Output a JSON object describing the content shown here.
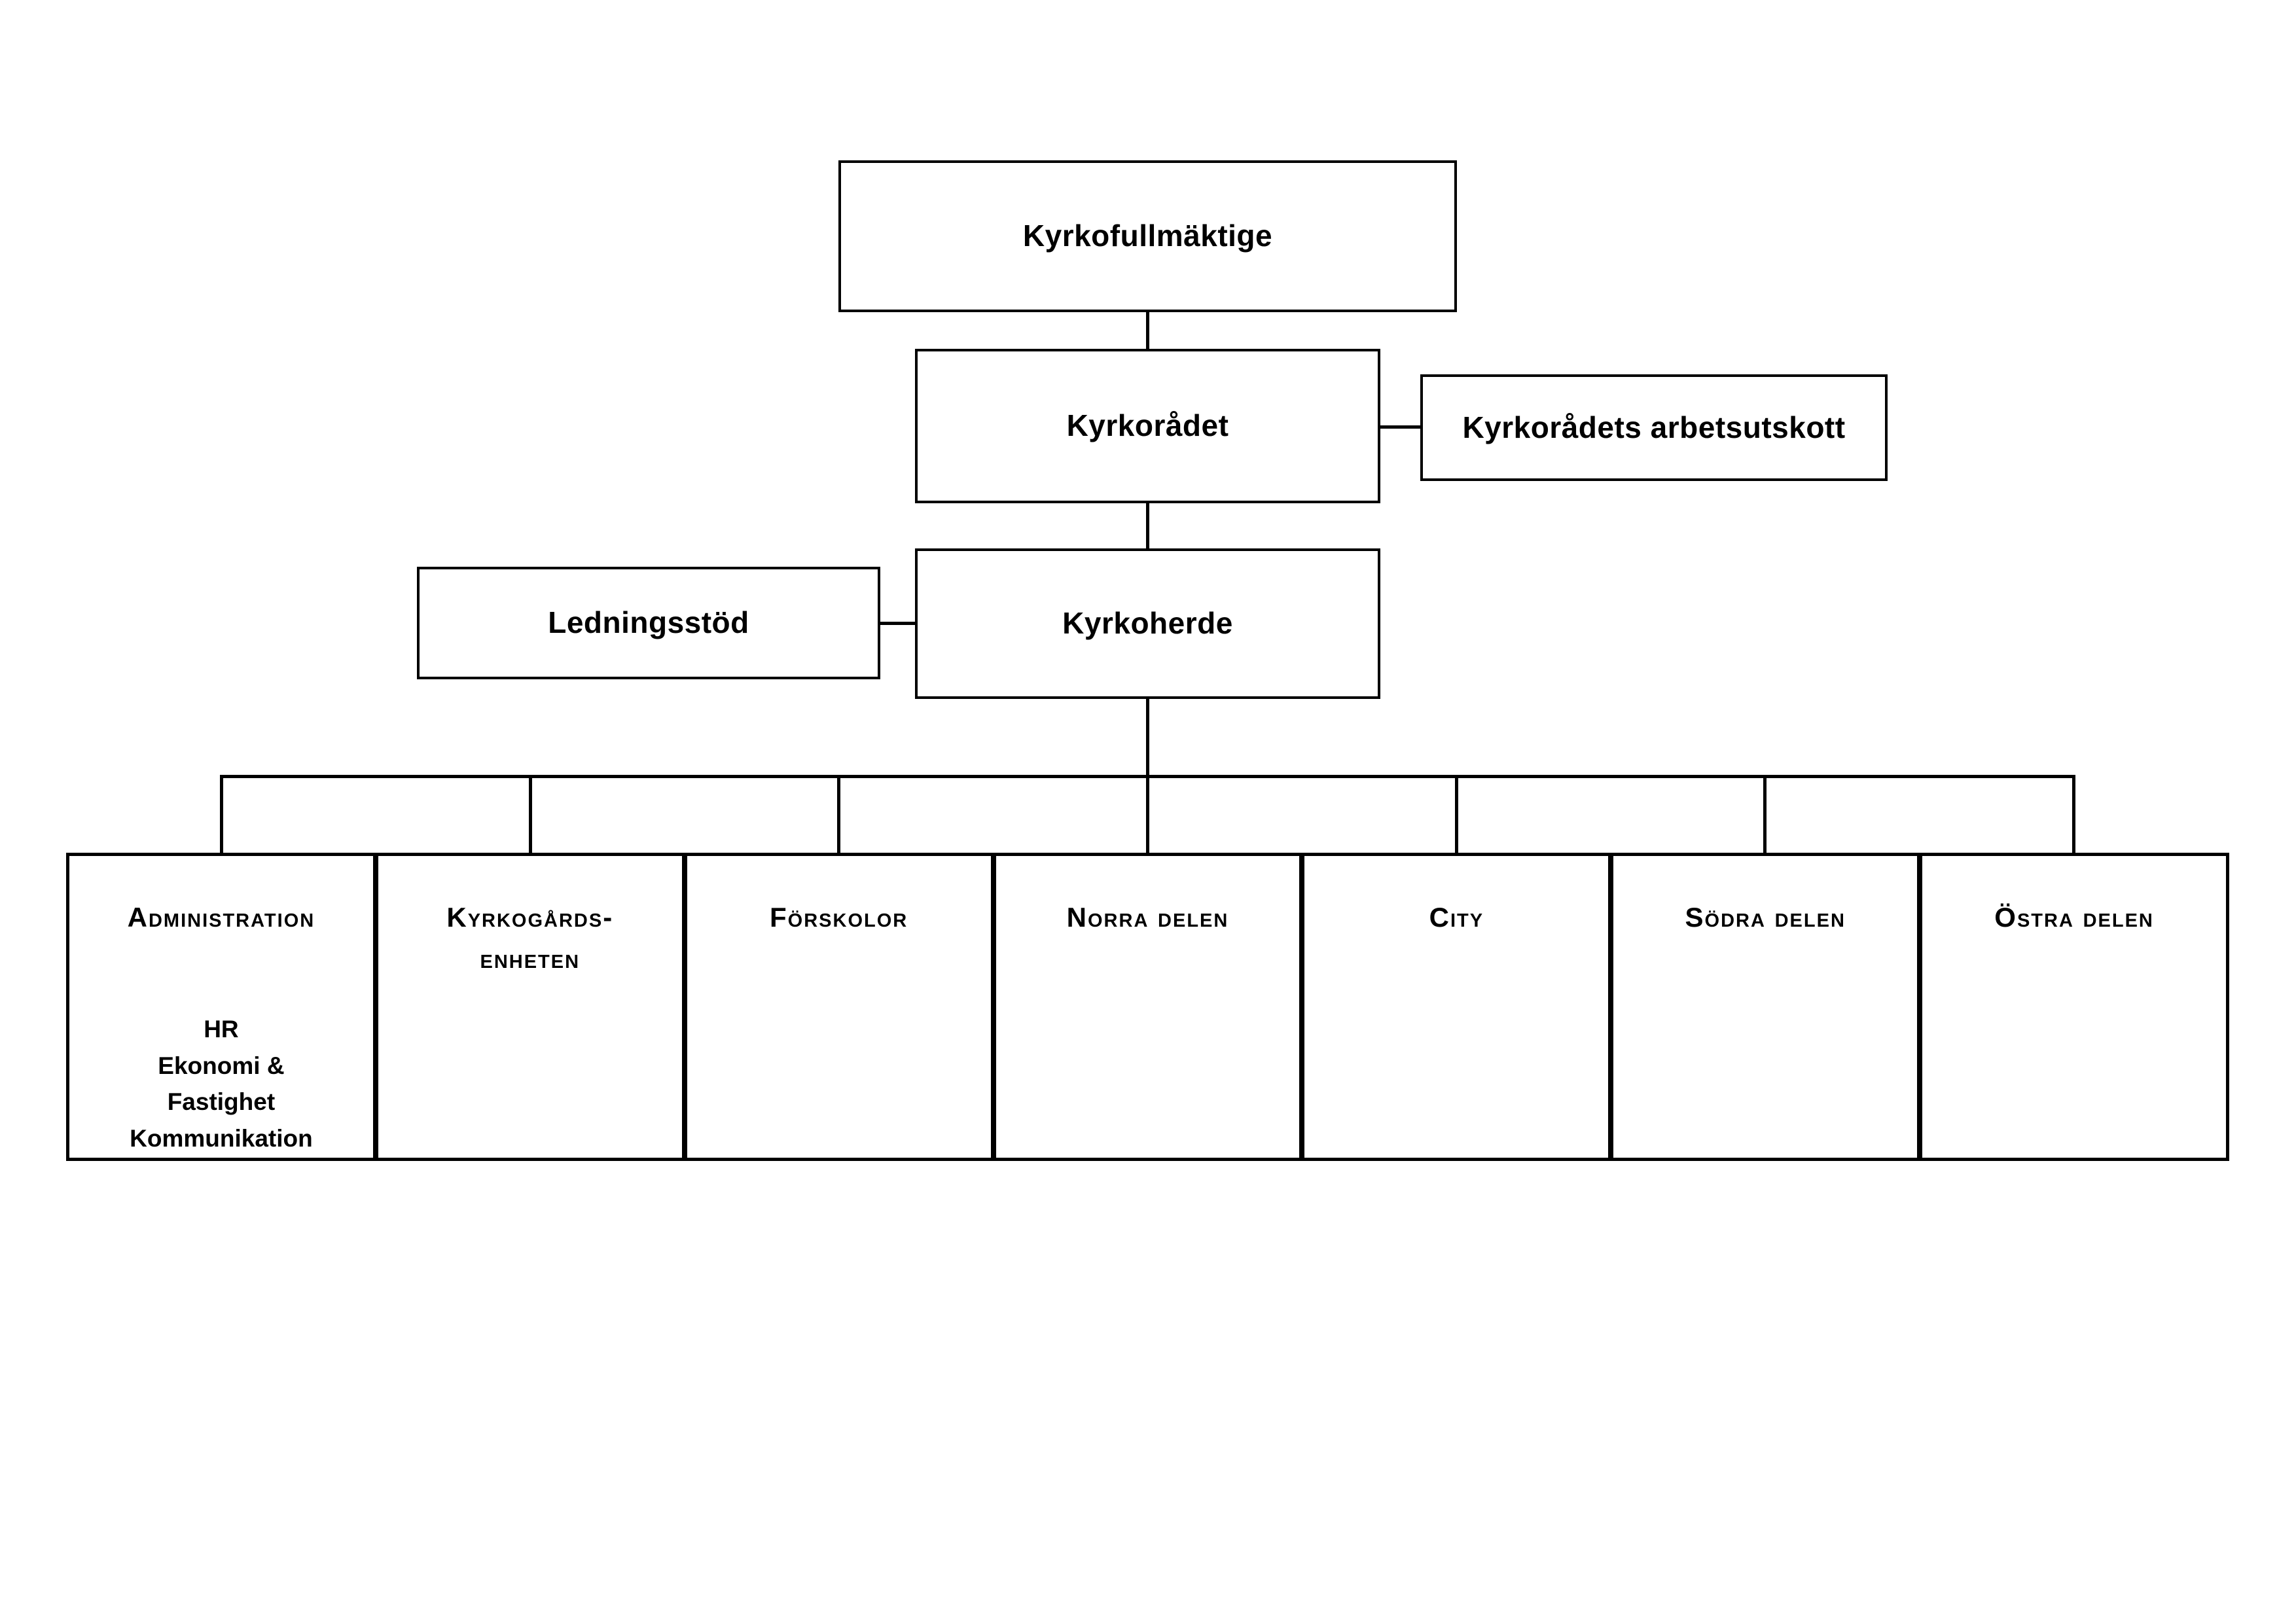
{
  "diagram": {
    "background_color": "#ffffff",
    "line_color": "#000000",
    "text_color": "#000000",
    "nodes": {
      "kyrkofullmaktige": {
        "label": "Kyrkofullmäktige"
      },
      "kyrkoradet": {
        "label": "Kyrkorådet"
      },
      "arbetsutskott": {
        "label": "Kyrkorådets arbetsutskott"
      },
      "ledningsstod": {
        "label": "Ledningsstöd"
      },
      "kyrkoherde": {
        "label": "Kyrkoherde"
      }
    },
    "units": [
      {
        "label": "Administration",
        "sub": [
          "HR",
          "Ekonomi &",
          "Fastighet",
          "Kommunikation"
        ]
      },
      {
        "label_line1": "Kyrkogårds-",
        "label_line2": "enheten"
      },
      {
        "label": "Förskolor"
      },
      {
        "label": "Norra delen"
      },
      {
        "label": "City"
      },
      {
        "label": "Södra delen"
      },
      {
        "label": "Östra delen"
      }
    ]
  }
}
